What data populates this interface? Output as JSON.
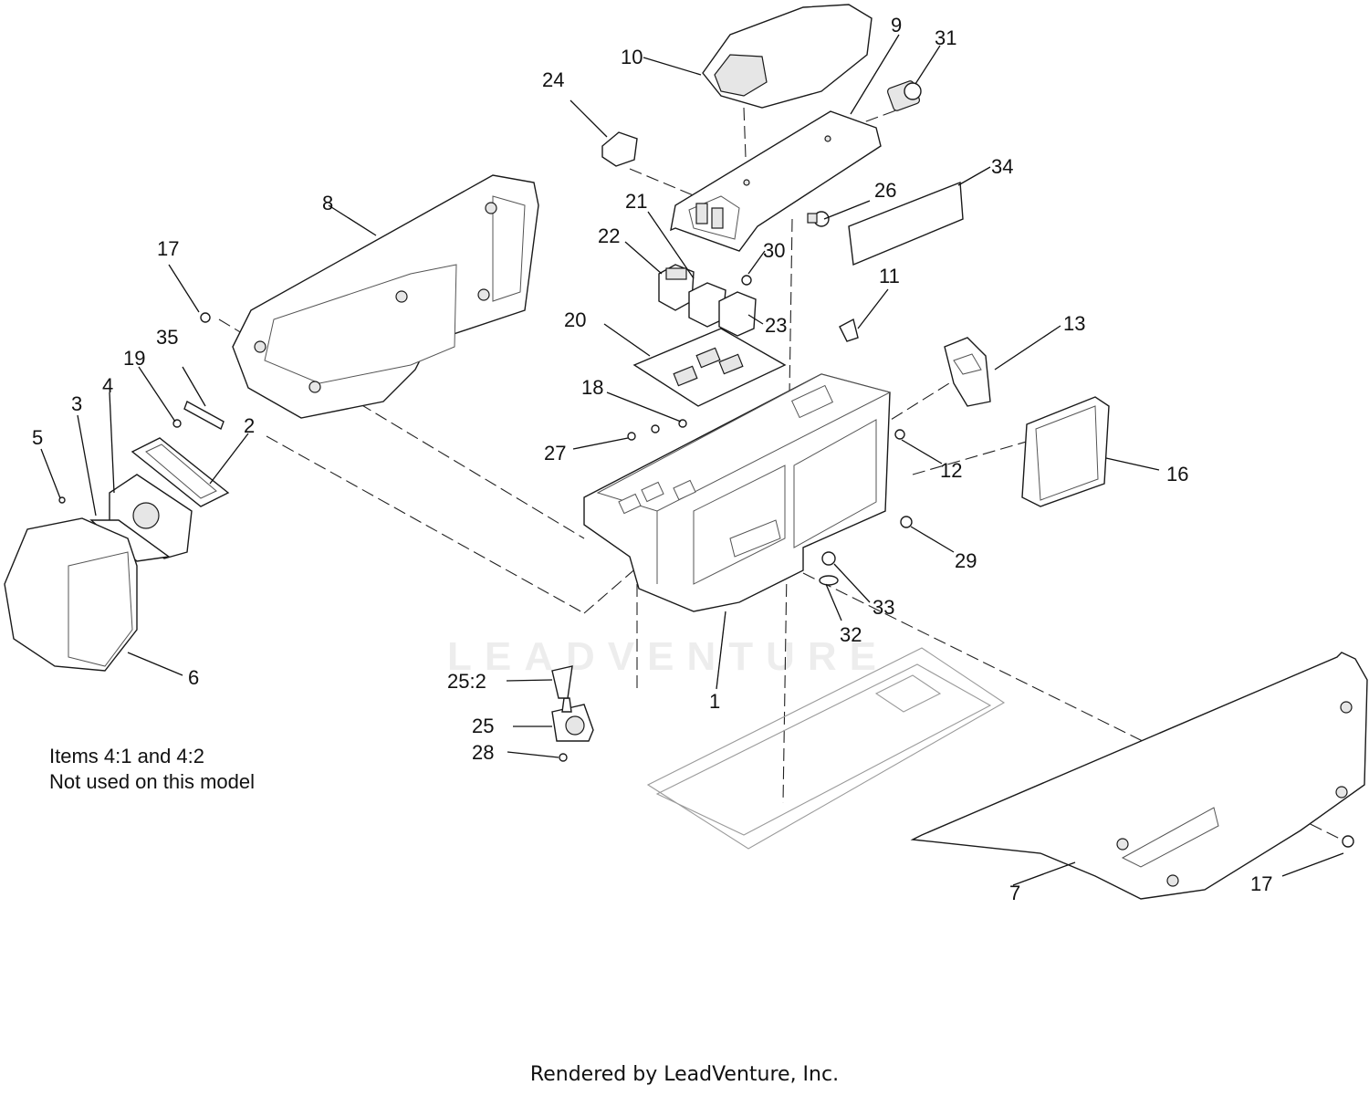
{
  "diagram": {
    "note_lines": [
      "Items  4:1 and 4:2",
      "Not used on this model"
    ],
    "footer": "Rendered by LeadVenture, Inc.",
    "watermark": "LEADVENTURE",
    "callouts": {
      "c1": "1",
      "c2": "2",
      "c3": "3",
      "c4": "4",
      "c5": "5",
      "c6": "6",
      "c7": "7",
      "c8": "8",
      "c9": "9",
      "c10": "10",
      "c11": "11",
      "c12": "12",
      "c13": "13",
      "c16": "16",
      "c17a": "17",
      "c17b": "17",
      "c18": "18",
      "c19": "19",
      "c20": "20",
      "c21": "21",
      "c22": "22",
      "c23": "23",
      "c24": "24",
      "c25": "25",
      "c25_2": "25:2",
      "c26": "26",
      "c27": "27",
      "c28": "28",
      "c29": "29",
      "c30": "30",
      "c31": "31",
      "c32": "32",
      "c33": "33",
      "c34": "34",
      "c35": "35"
    }
  }
}
